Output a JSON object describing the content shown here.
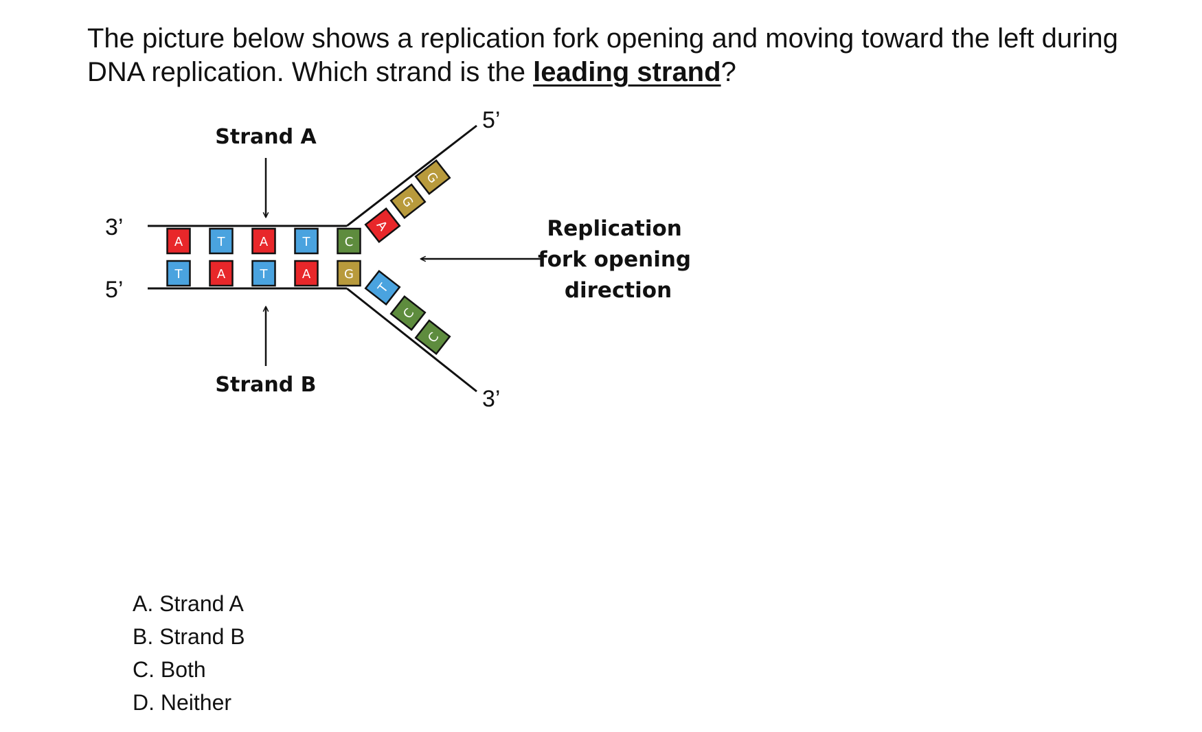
{
  "question": {
    "text_before": "The picture below shows a replication fork opening and moving toward the left during DNA replication. Which strand is the ",
    "emphasis": "leading strand",
    "text_after": "?"
  },
  "diagram": {
    "strand_a_label": "Strand A",
    "strand_b_label": "Strand B",
    "left_top_end": "3’",
    "left_bottom_end": "5’",
    "right_top_end": "5’",
    "right_bottom_end": "3’",
    "direction_label_lines": [
      "Replication",
      "fork opening",
      "direction"
    ],
    "top_bases": [
      "A",
      "T",
      "A",
      "T",
      "C"
    ],
    "bottom_bases": [
      "T",
      "A",
      "T",
      "A",
      "G"
    ],
    "upper_arm_bases": [
      "A",
      "G",
      "G"
    ],
    "lower_arm_bases": [
      "T",
      "C",
      "C"
    ],
    "base_colors": {
      "A": "#e8272a",
      "T": "#4aa3df",
      "G": "#b89a3c",
      "C": "#5e8c3e"
    },
    "line_color": "#111111"
  },
  "choices": [
    {
      "letter": "A.",
      "text": "Strand A"
    },
    {
      "letter": "B.",
      "text": "Strand B"
    },
    {
      "letter": "C.",
      "text": "Both"
    },
    {
      "letter": "D.",
      "text": "Neither"
    }
  ]
}
